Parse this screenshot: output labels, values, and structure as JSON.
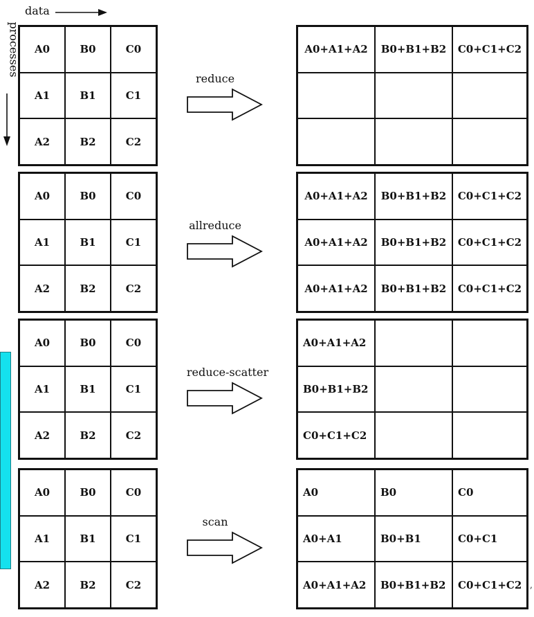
{
  "header": {
    "data_label": "data",
    "processes_label": "processes"
  },
  "operations": [
    {
      "label": "reduce",
      "input": [
        [
          "A0",
          "B0",
          "C0"
        ],
        [
          "A1",
          "B1",
          "C1"
        ],
        [
          "A2",
          "B2",
          "C2"
        ]
      ],
      "output": [
        [
          "A0+A1+A2",
          "B0+B1+B2",
          "C0+C1+C2"
        ],
        [
          "",
          "",
          ""
        ],
        [
          "",
          "",
          ""
        ]
      ]
    },
    {
      "label": "allreduce",
      "input": [
        [
          "A0",
          "B0",
          "C0"
        ],
        [
          "A1",
          "B1",
          "C1"
        ],
        [
          "A2",
          "B2",
          "C2"
        ]
      ],
      "output": [
        [
          "A0+A1+A2",
          "B0+B1+B2",
          "C0+C1+C2"
        ],
        [
          "A0+A1+A2",
          "B0+B1+B2",
          "C0+C1+C2"
        ],
        [
          "A0+A1+A2",
          "B0+B1+B2",
          "C0+C1+C2"
        ]
      ]
    },
    {
      "label": "reduce-scatter",
      "input": [
        [
          "A0",
          "B0",
          "C0"
        ],
        [
          "A1",
          "B1",
          "C1"
        ],
        [
          "A2",
          "B2",
          "C2"
        ]
      ],
      "output": [
        [
          "A0+A1+A2",
          "",
          ""
        ],
        [
          "B0+B1+B2",
          "",
          ""
        ],
        [
          "C0+C1+C2",
          "",
          ""
        ]
      ]
    },
    {
      "label": "scan",
      "input": [
        [
          "A0",
          "B0",
          "C0"
        ],
        [
          "A1",
          "B1",
          "C1"
        ],
        [
          "A2",
          "B2",
          "C2"
        ]
      ],
      "output": [
        [
          "A0",
          "B0",
          "C0"
        ],
        [
          "A0+A1",
          "B0+B1",
          "C0+C1"
        ],
        [
          "A0+A1+A2",
          "B0+B1+B2",
          "C0+C1+C2"
        ]
      ]
    }
  ],
  "footer": {
    "corner_mark": ","
  }
}
